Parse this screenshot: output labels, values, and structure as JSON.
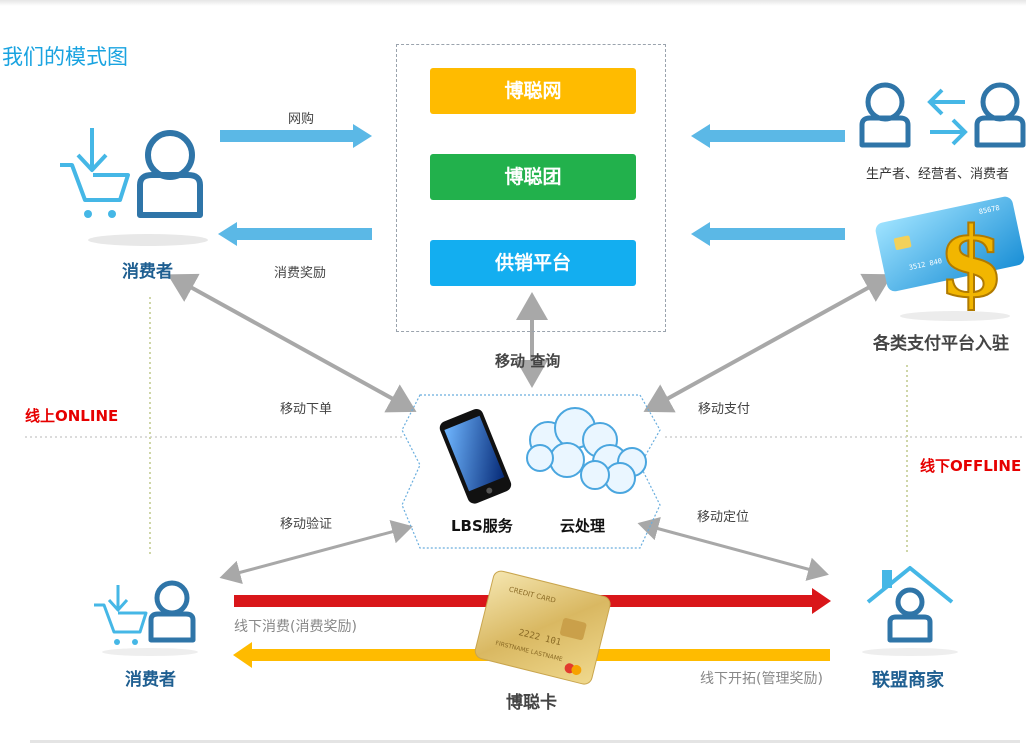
{
  "title": "我们的模式图",
  "platforms": [
    "博聪网",
    "博聪团",
    "供销平台"
  ],
  "left_consumer_label": "消费者",
  "bottom_consumer_label": "消费者",
  "producers_label": "生产者、经营者、消费者",
  "payment_label": "各类支付平台入驻",
  "merchant_label": "联盟商家",
  "card_label": "博聪卡",
  "center_lbs": "LBS服务",
  "center_cloud": "云处理",
  "edges": {
    "online_shopping": "网购",
    "consumption_reward": "消费奖励",
    "mobile_query": "移动 查询",
    "mobile_order": "移动下单",
    "mobile_pay": "移动支付",
    "mobile_verify": "移动验证",
    "mobile_locate": "移动定位",
    "offline_consume": "线下消费(消费奖励)",
    "offline_expand": "线下开拓(管理奖励)"
  },
  "zones": {
    "online": "线上ONLINE",
    "offline": "线下OFFLINE"
  },
  "card_text": {
    "brand": "CREDIT CARD",
    "number": "2222 101",
    "holder": "FIRSTNAME LASTNAME"
  },
  "pay_card_text": {
    "number": "3512 840",
    "tail": "85678"
  },
  "colors": {
    "title_blue": "#19a3e0",
    "platform_yellow": "#ffbb00",
    "platform_green": "#22b14c",
    "platform_blue": "#13aef0",
    "arrow_light_blue": "#5bb8e6",
    "arrow_grey": "#a8a8a8",
    "arrow_red": "#d9161a",
    "arrow_yellow": "#ffbb00",
    "zone_red": "#e60000",
    "icon_blue": "#2f75a8"
  }
}
